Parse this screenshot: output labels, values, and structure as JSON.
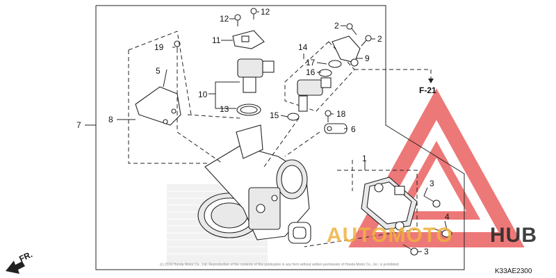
{
  "diagram": {
    "callouts": [
      "1",
      "2",
      "2",
      "3",
      "3",
      "4",
      "5",
      "6",
      "7",
      "8",
      "9",
      "10",
      "11",
      "12",
      "12",
      "13",
      "14",
      "15",
      "16",
      "17",
      "18",
      "19"
    ],
    "section_ref": "F-21",
    "front_label": "FR.",
    "part_code": "K33AE2300",
    "copyright_line": "(c) 2019 Honda Motor Co., Ltd. Reproduction of the contents of this publication in any form without written permission of Honda Motor Co., Inc. is prohibited.",
    "watermark": {
      "word_a": "AUTOMOTO",
      "word_b": "HUB",
      "colors": {
        "logo_triangle": "#e84c4c",
        "word_a": "#f0b240",
        "word_b": "#2b2b2b"
      }
    },
    "colors": {
      "line": "#222222",
      "background": "#ffffff"
    }
  }
}
